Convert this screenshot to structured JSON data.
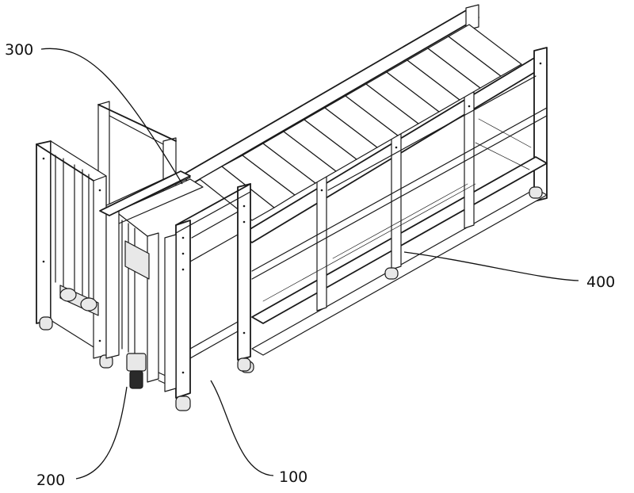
{
  "labels": {
    "ref_300": "300",
    "ref_400": "400",
    "ref_200": "200",
    "ref_100": "100"
  }
}
